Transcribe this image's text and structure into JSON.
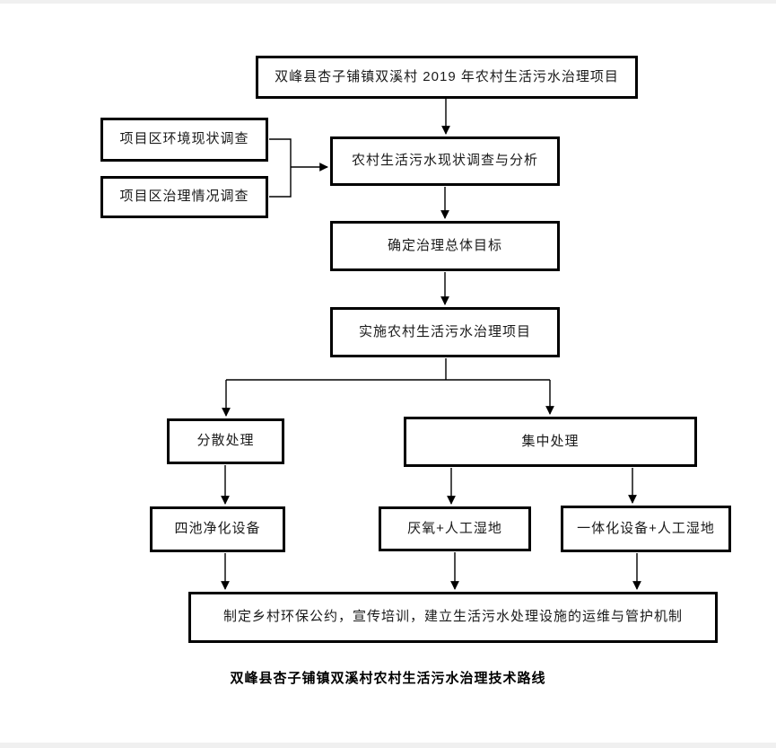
{
  "diagram": {
    "nodes": {
      "project_title": "双峰县杏子铺镇双溪村 2019 年农村生活污水治理项目",
      "env_survey": "项目区环境现状调查",
      "treatment_survey": "项目区治理情况调查",
      "status_analysis": "农村生活污水现状调查与分析",
      "overall_goal": "确定治理总体目标",
      "implement_project": "实施农村生活污水治理项目",
      "dispersed": "分散处理",
      "centralized": "集中处理",
      "four_pond": "四池净化设备",
      "anaerobic_wetland": "厌氧+人工湿地",
      "integrated_wetland": "一体化设备+人工湿地",
      "maintenance_mechanism": "制定乡村环保公约，宣传培训，建立生活污水处理设施的运维与管护机制"
    },
    "caption": "双峰县杏子铺镇双溪村农村生活污水治理技术路线",
    "colors": {
      "line": "#000000",
      "box_border": "#000000",
      "box_fill": "#ffffff",
      "text": "#1a1a1a",
      "background": "#ffffff"
    }
  }
}
